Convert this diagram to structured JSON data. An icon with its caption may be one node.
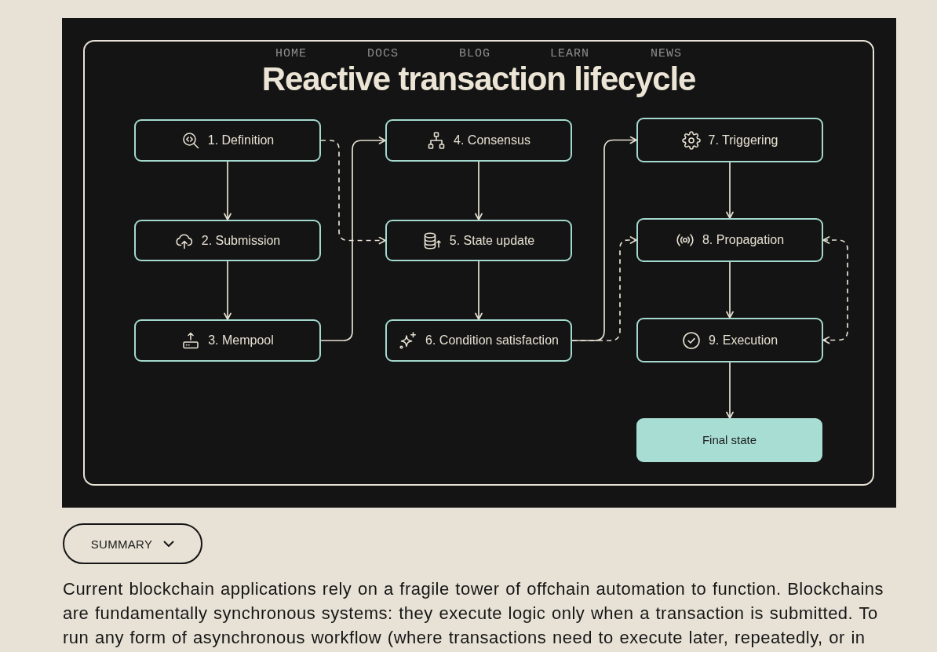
{
  "diagram": {
    "title": "Reactive transaction lifecycle",
    "nodes": [
      {
        "text": [
          "1. Definition"
        ]
      },
      {
        "text": [
          "2. Submission"
        ]
      },
      {
        "text": [
          "3. Mempool"
        ]
      },
      {
        "text": [
          "4. Consensus"
        ]
      },
      {
        "text": [
          "5. State update"
        ]
      },
      {
        "text": [
          "6. Condition satisfaction"
        ]
      },
      {
        "text": [
          "7. Triggering"
        ]
      },
      {
        "text": [
          "8. Propagation"
        ]
      },
      {
        "text": [
          "9. Execution"
        ]
      },
      {
        "text": [
          "Final state"
        ]
      }
    ],
    "edges": [
      {
        "from": 0,
        "to": 1,
        "arrow": "to"
      },
      {
        "from": 1,
        "to": 2,
        "arrow": "to"
      },
      {
        "from": 0,
        "to": 4,
        "arrow": "to",
        "style": "dashed"
      },
      {
        "from": 2,
        "to": 3,
        "arrow": "to"
      },
      {
        "from": 3,
        "to": 4,
        "arrow": "to"
      },
      {
        "from": 4,
        "to": 5,
        "arrow": "to"
      },
      {
        "from": 5,
        "to": 6,
        "arrow": "to"
      },
      {
        "from": 5,
        "to": 7,
        "arrow": "to",
        "style": "dashed"
      },
      {
        "from": 6,
        "to": 7,
        "arrow": "to"
      },
      {
        "from": 7,
        "to": 8,
        "arrow": "to"
      },
      {
        "from": 8,
        "to": 9,
        "arrow": "to"
      },
      {
        "from": 7,
        "to": 8,
        "arrow": "both",
        "style": "dashed"
      }
    ],
    "labels": [
      "HOME",
      "DOCS",
      "BLOG",
      "LEARN",
      "NEWS",
      "SUMMARY",
      "Current blockchain applications rely on a fragile tower of offchain automation to function. Blockchains are fundamentally synchronous systems: they execute logic only when a transaction is submitted. To run any form of asynchronous workflow (where transactions need to execute later, repeatedly, or in"
    ]
  }
}
